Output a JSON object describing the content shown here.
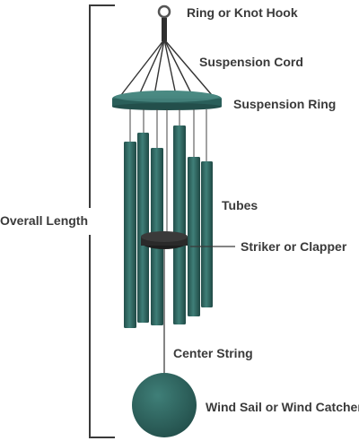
{
  "labels": {
    "ring_hook": "Ring or Knot Hook",
    "suspension_cord": "Suspension Cord",
    "suspension_ring": "Suspension Ring",
    "tubes": "Tubes",
    "striker": "Striker or Clapper",
    "center_string": "Center String",
    "wind_sail": "Wind Sail or Wind Catcher",
    "overall_length": "Overall Length"
  },
  "colors": {
    "text": "#3a3a3a",
    "teal": "#2f6b66",
    "teal_dark": "#234f4b",
    "teal_light": "#4a8a83",
    "line": "#3a3a3a"
  }
}
